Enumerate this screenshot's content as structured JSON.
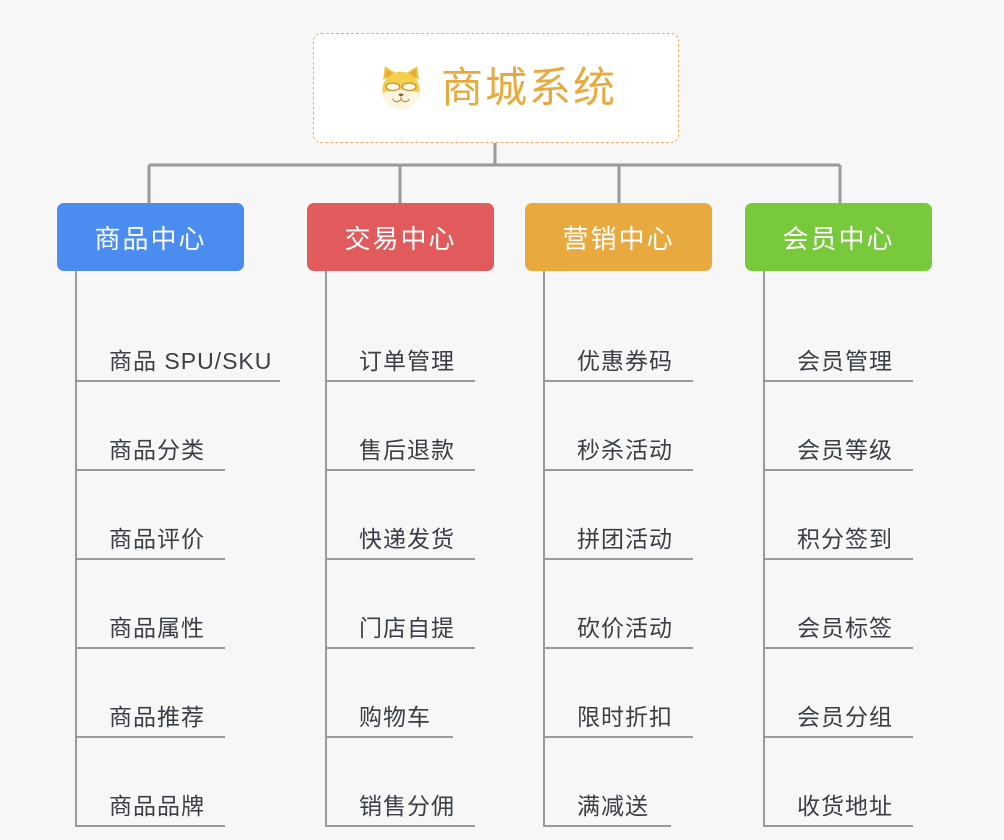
{
  "page": {
    "background_color": "#f7f7f7",
    "type": "mindmap"
  },
  "root": {
    "title": "商城系统",
    "icon": "shiba-inu-icon",
    "title_color": "#e9a93c",
    "border_color": "#e9b161",
    "background_color": "#ffffff"
  },
  "connector": {
    "color": "#9a9a9a"
  },
  "categories": [
    {
      "label": "商品中心",
      "color": "#4a8cf0",
      "items": [
        {
          "label": "商品 SPU/SKU",
          "line_width": 205
        },
        {
          "label": "商品分类",
          "line_width": 150
        },
        {
          "label": "商品评价",
          "line_width": 150
        },
        {
          "label": "商品属性",
          "line_width": 150
        },
        {
          "label": "商品推荐",
          "line_width": 150
        },
        {
          "label": "商品品牌",
          "line_width": 150
        }
      ]
    },
    {
      "label": "交易中心",
      "color": "#e25b5c",
      "items": [
        {
          "label": "订单管理",
          "line_width": 150
        },
        {
          "label": "售后退款",
          "line_width": 150
        },
        {
          "label": "快递发货",
          "line_width": 150
        },
        {
          "label": "门店自提",
          "line_width": 150
        },
        {
          "label": "购物车",
          "line_width": 128
        },
        {
          "label": "销售分佣",
          "line_width": 150
        }
      ]
    },
    {
      "label": "营销中心",
      "color": "#e8a93e",
      "items": [
        {
          "label": "优惠券码",
          "line_width": 150
        },
        {
          "label": "秒杀活动",
          "line_width": 150
        },
        {
          "label": "拼团活动",
          "line_width": 150
        },
        {
          "label": "砍价活动",
          "line_width": 150
        },
        {
          "label": "限时折扣",
          "line_width": 150
        },
        {
          "label": "满减送",
          "line_width": 128
        }
      ]
    },
    {
      "label": "会员中心",
      "color": "#78c93c",
      "items": [
        {
          "label": "会员管理",
          "line_width": 150
        },
        {
          "label": "会员等级",
          "line_width": 150
        },
        {
          "label": "积分签到",
          "line_width": 150
        },
        {
          "label": "会员标签",
          "line_width": 150
        },
        {
          "label": "会员分组",
          "line_width": 150
        },
        {
          "label": "收货地址",
          "line_width": 150
        }
      ]
    }
  ]
}
